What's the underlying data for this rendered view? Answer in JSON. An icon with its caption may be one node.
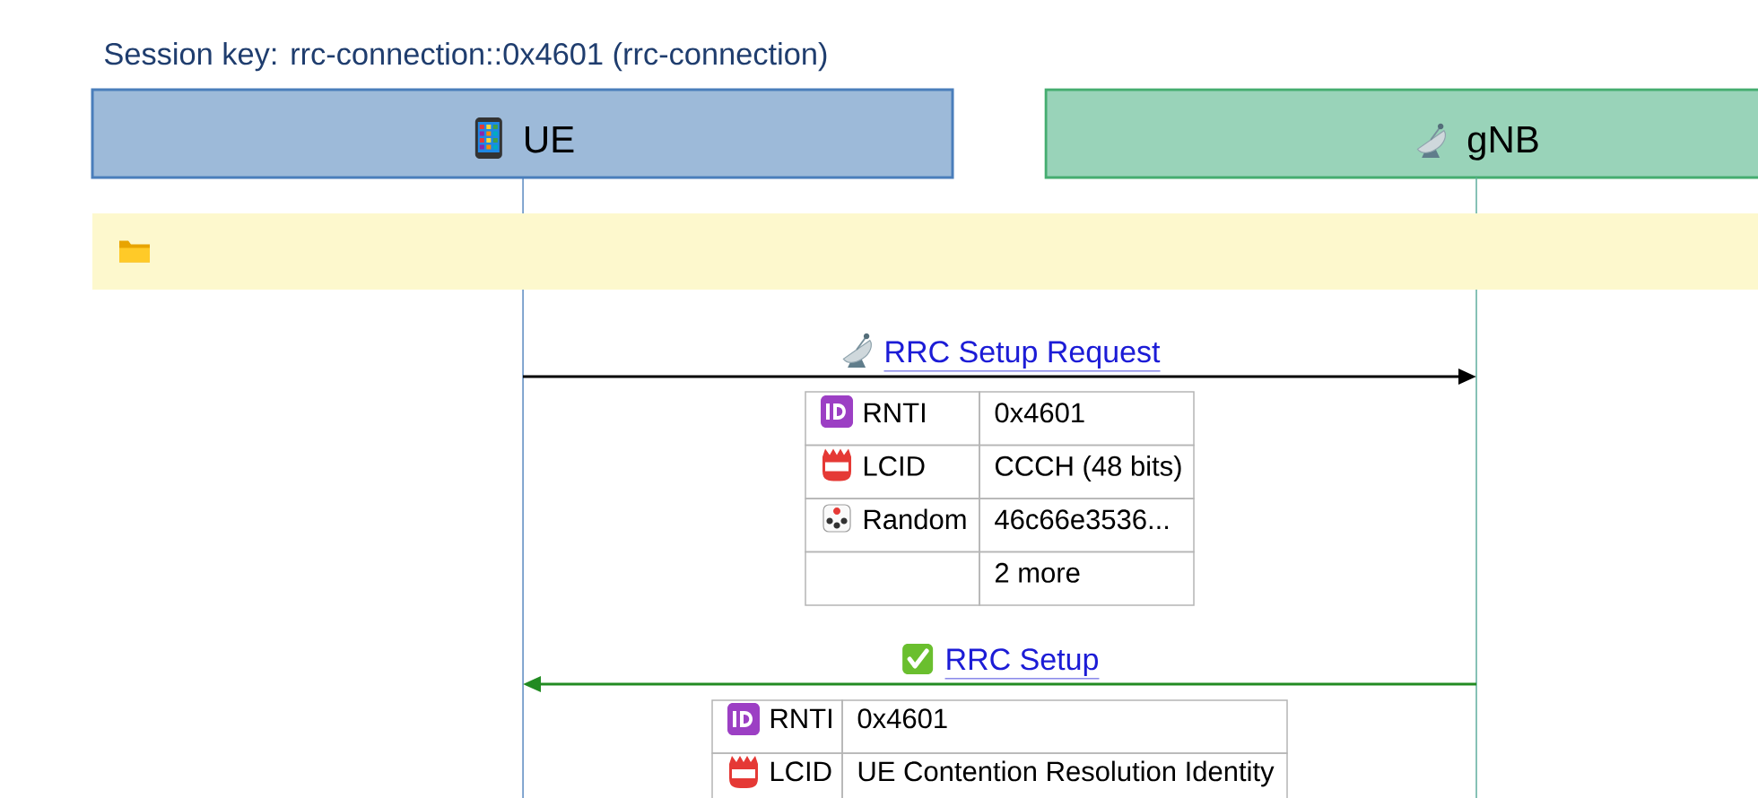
{
  "diagram": {
    "title": "Session key: rrc-connection::0x4601 (rrc-connection)",
    "nodes": [
      {
        "text": [
          "UE"
        ]
      },
      {
        "text": [
          "gNB"
        ]
      },
      {
        "text": [],
        "shape": "bar"
      }
    ],
    "edges": [
      {
        "from": 0,
        "to": 1,
        "arrow": "to",
        "label": "RRC Setup Request"
      },
      {
        "from": 1,
        "to": 0,
        "arrow": "to",
        "label": "RRC Setup",
        "color": "#228b22"
      }
    ],
    "labels": [
      "RNTI",
      "0x4601",
      "LCID",
      "CCCH (48 bits)",
      "Random",
      "46c66e3536...",
      "2 more",
      "RNTI",
      "0x4601",
      "LCID",
      "UE Contention Resolution Identity"
    ]
  }
}
